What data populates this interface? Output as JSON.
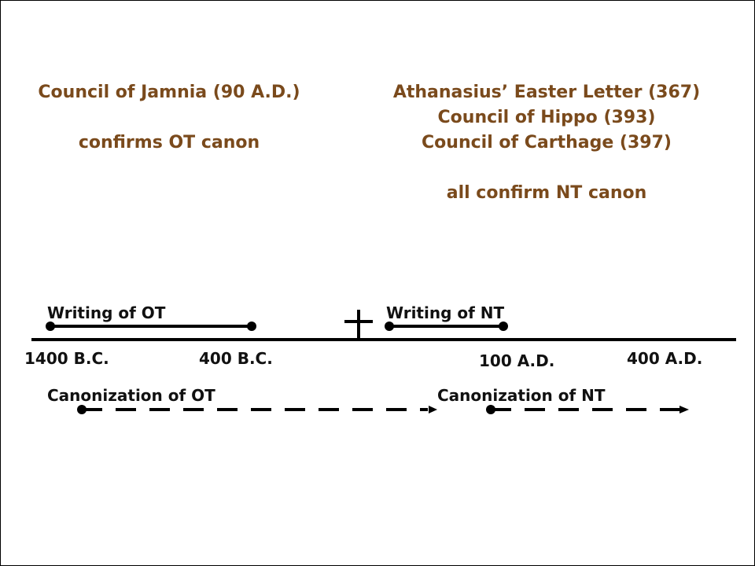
{
  "colors": {
    "annotation": "#7a4a1c",
    "timeline": "#000000"
  },
  "annotations": {
    "ot_council": [
      "Council of Jamnia (90 A.D.)",
      "",
      "confirms OT canon"
    ],
    "nt_councils": [
      "Athanasius’ Easter Letter (367)",
      "Council of Hippo (393)",
      "Council of Carthage (397)",
      "",
      "all confirm NT canon"
    ]
  },
  "timeline": {
    "writing_ot": "Writing of OT",
    "writing_nt": "Writing of NT",
    "canon_ot": "Canonization of OT",
    "canon_nt": "Canonization of NT",
    "dates": [
      "1400 B.C.",
      "400 B.C.",
      "100 A.D.",
      "400 A.D."
    ],
    "cross_icon": "cross-icon"
  }
}
